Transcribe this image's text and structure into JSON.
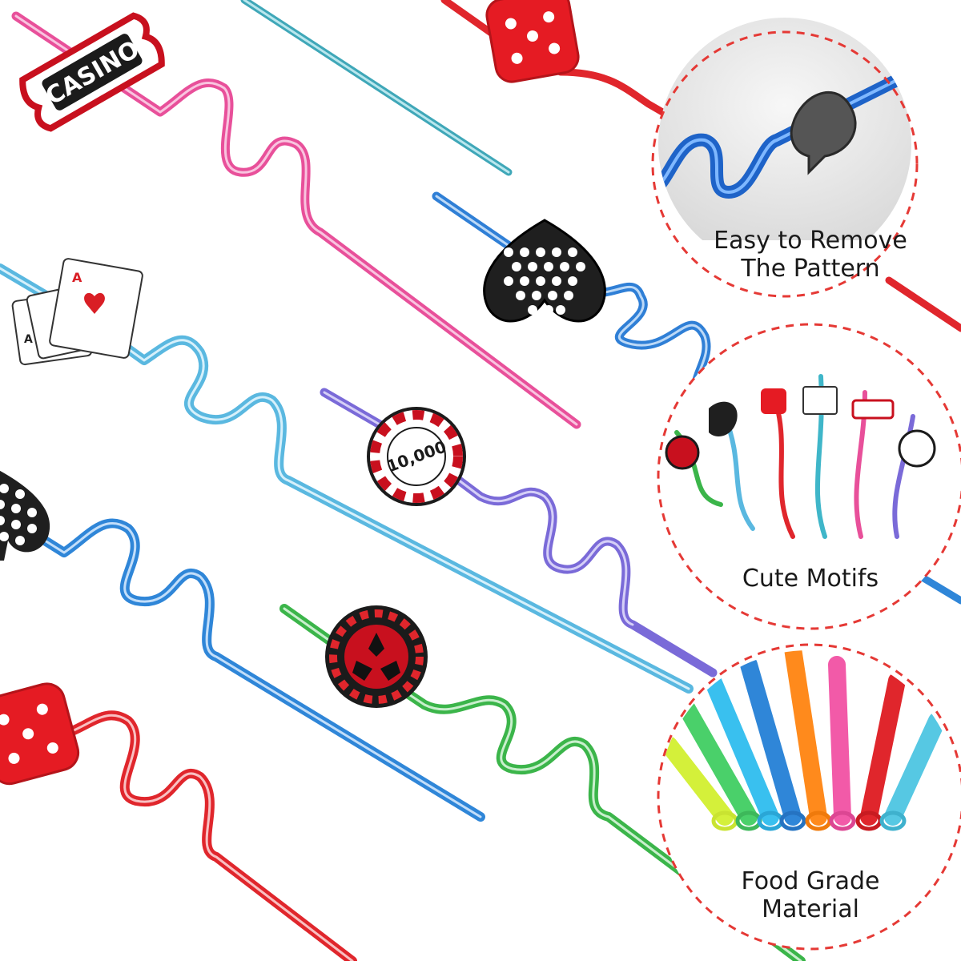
{
  "scene": {
    "background": "#ffffff",
    "badge_border_color": "#e53935",
    "logo_text": "CASINO",
    "chip_text": "10,000"
  },
  "badges": [
    {
      "line1": "Easy to Remove",
      "line2": "The Pattern"
    },
    {
      "line1": "Cute Motifs",
      "line2": ""
    },
    {
      "line1": "Food Grade",
      "line2": "Material"
    }
  ],
  "straw_colors": {
    "pink": "#e8509a",
    "cyan": "#3fb6c9",
    "red": "#e0262c",
    "blue": "#2f7fd6",
    "purple": "#7a6ad8",
    "green": "#3bb54a",
    "light_blue": "#5ab8e0"
  }
}
